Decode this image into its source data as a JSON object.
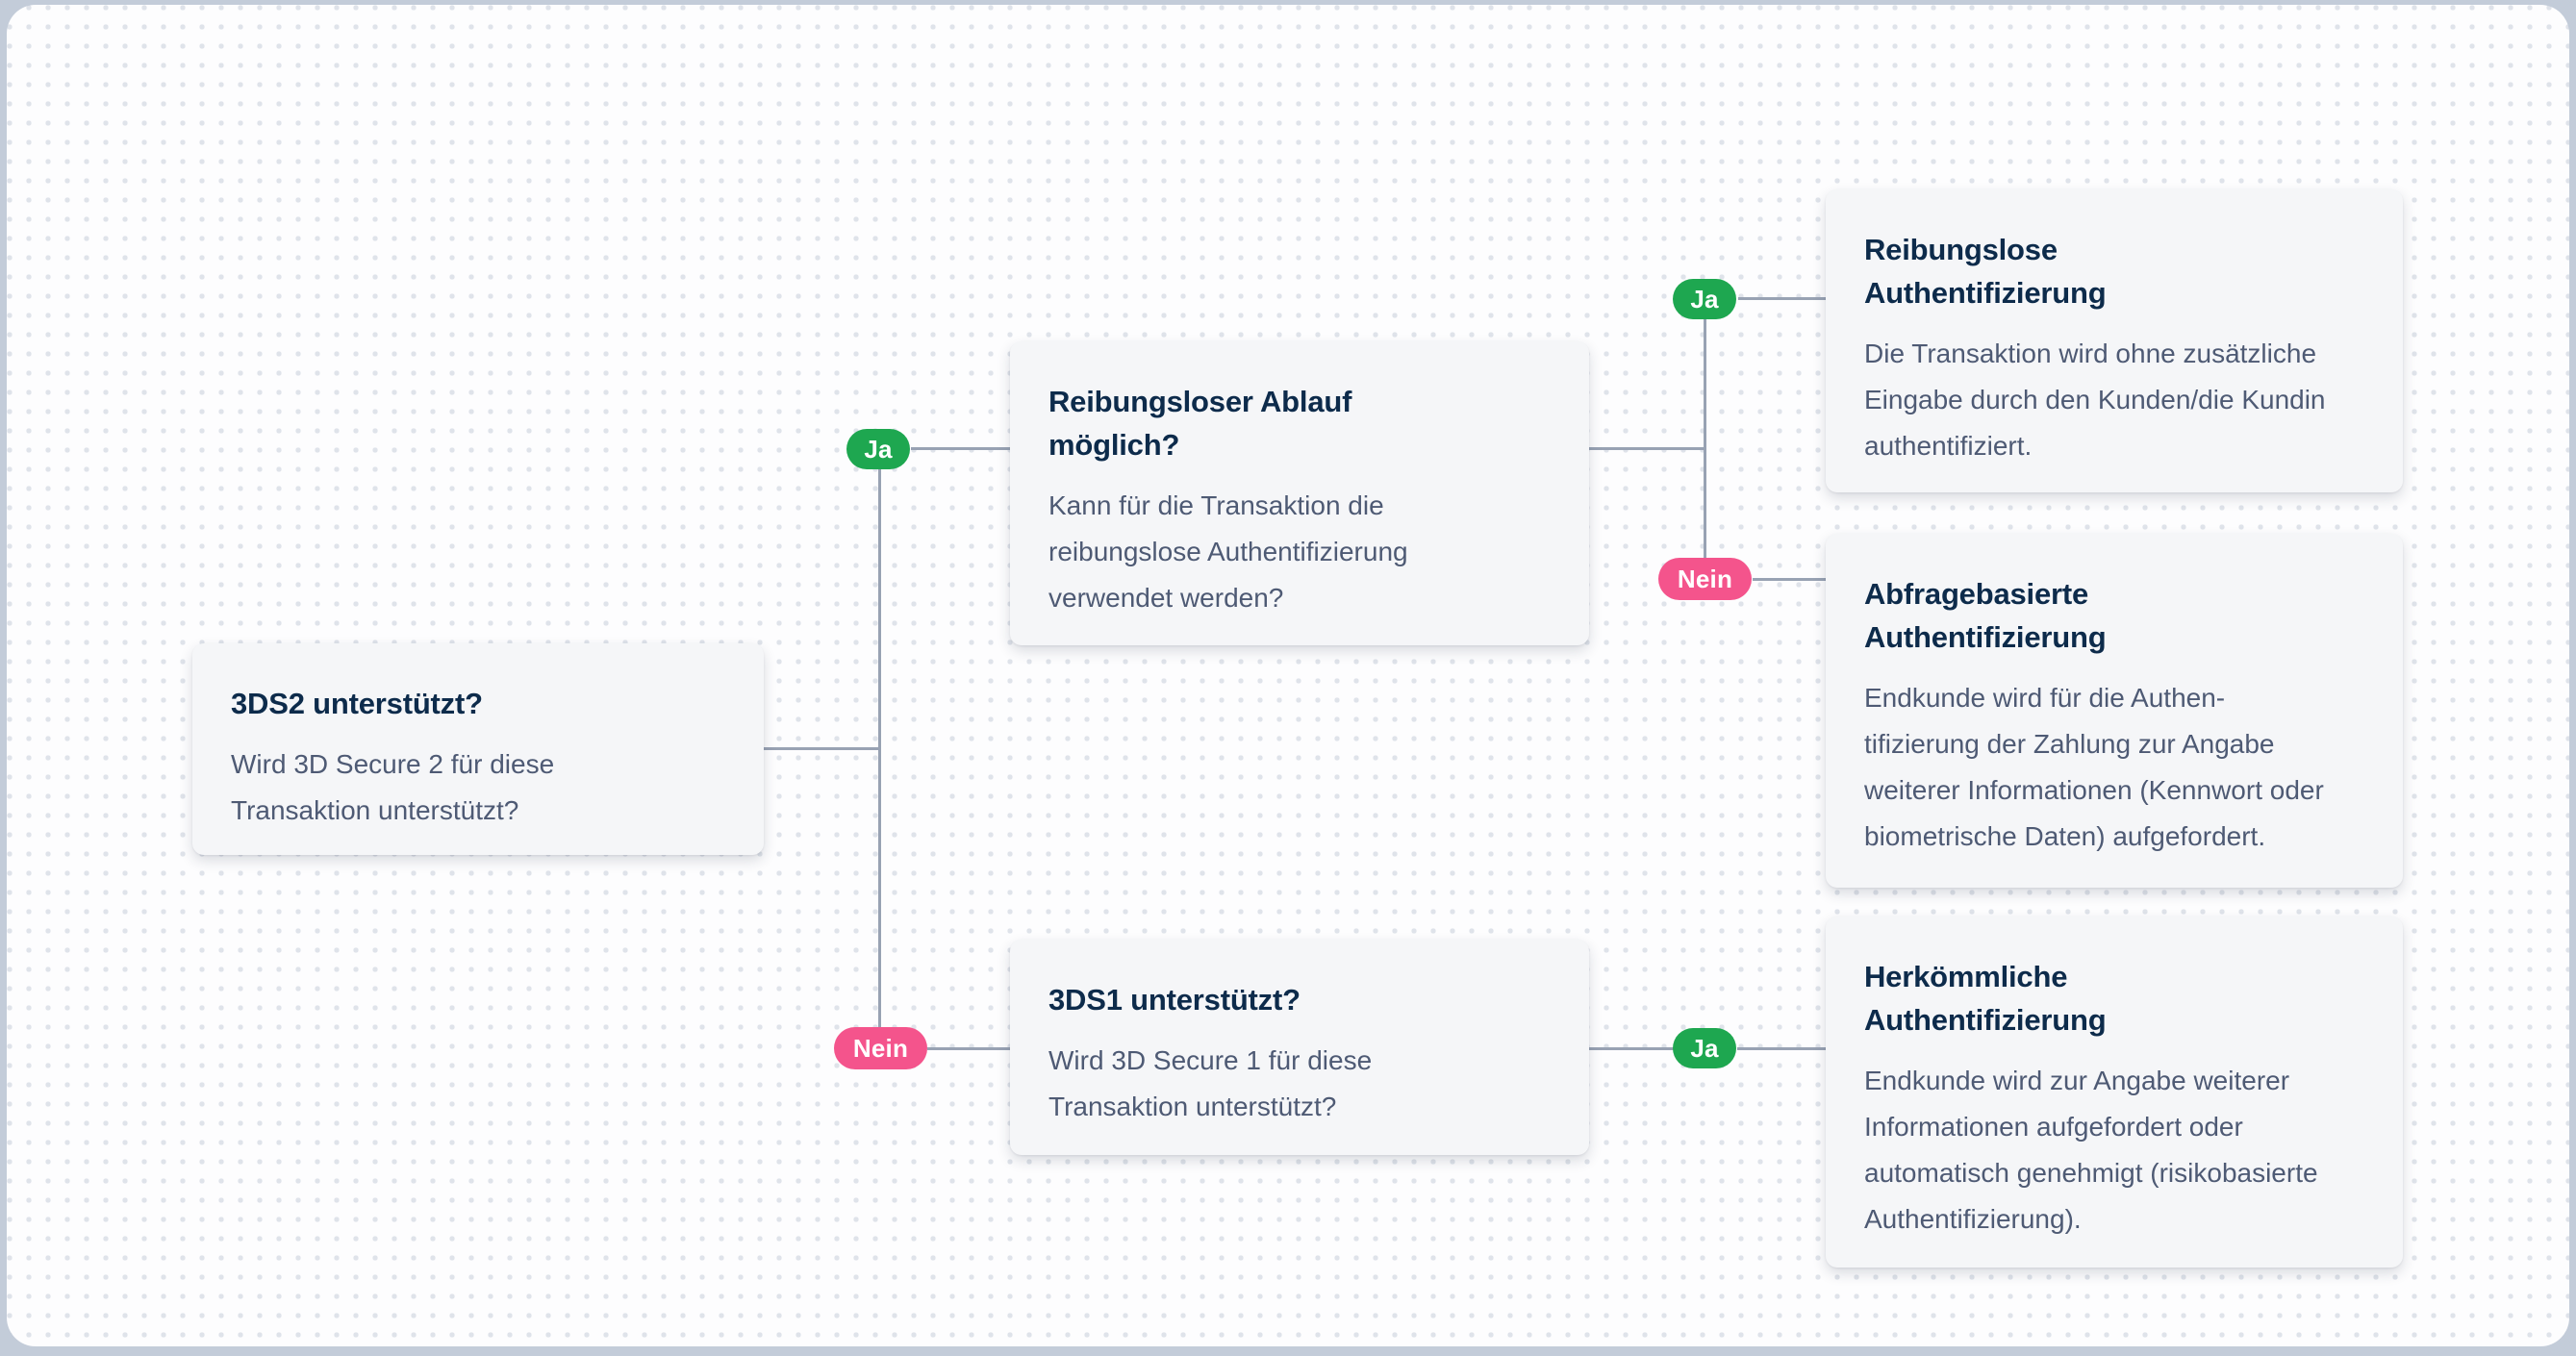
{
  "diagram": {
    "labels": {
      "yes": "Ja",
      "no": "Nein"
    },
    "colors": {
      "yes_pill": "#1ea750",
      "no_pill": "#f4548c",
      "connector": "#98a2b3",
      "title_text": "#0d2b4b",
      "body_text": "#4e5a74",
      "node_background": "#f5f6f8",
      "canvas_background": "#fdfdfe",
      "canvas_dots": "#dfe3ea",
      "outer_frame": "#c3ccd9"
    },
    "nodes": {
      "q_3ds2": {
        "title": "3DS2 unterstützt?",
        "body": "Wird 3D Secure 2 für diese\nTransaktion unterstützt?"
      },
      "q_frictionless": {
        "title": "Reibungsloser Ablauf\nmöglich?",
        "body": "Kann für die Transaktion die\nreibungslose Authentifizierung\nverwendet werden?"
      },
      "q_3ds1": {
        "title": "3DS1 unterstützt?",
        "body": "Wird 3D Secure 1 für diese\nTransaktion unterstützt?"
      },
      "r_frictionless": {
        "title": "Reibungslose\nAuthentifizierung",
        "body": "Die Transaktion wird ohne zusätzliche\nEingabe durch den Kunden/die Kundin\nauthentifiziert."
      },
      "r_challenge": {
        "title": "Abfragebasierte\nAuthentifizierung",
        "body": "Endkunde wird für die Authen-\ntifizierung der Zahlung zur Angabe\nweiterer Informationen (Kennwort oder\nbiometrische Daten) aufgefordert."
      },
      "r_traditional": {
        "title": "Herkömmliche\nAuthentifizierung",
        "body": "Endkunde wird zur Angabe weiterer\nInformationen aufgefordert oder\nautomatisch genehmigt (risikobasierte\nAuthentifizierung)."
      }
    }
  }
}
